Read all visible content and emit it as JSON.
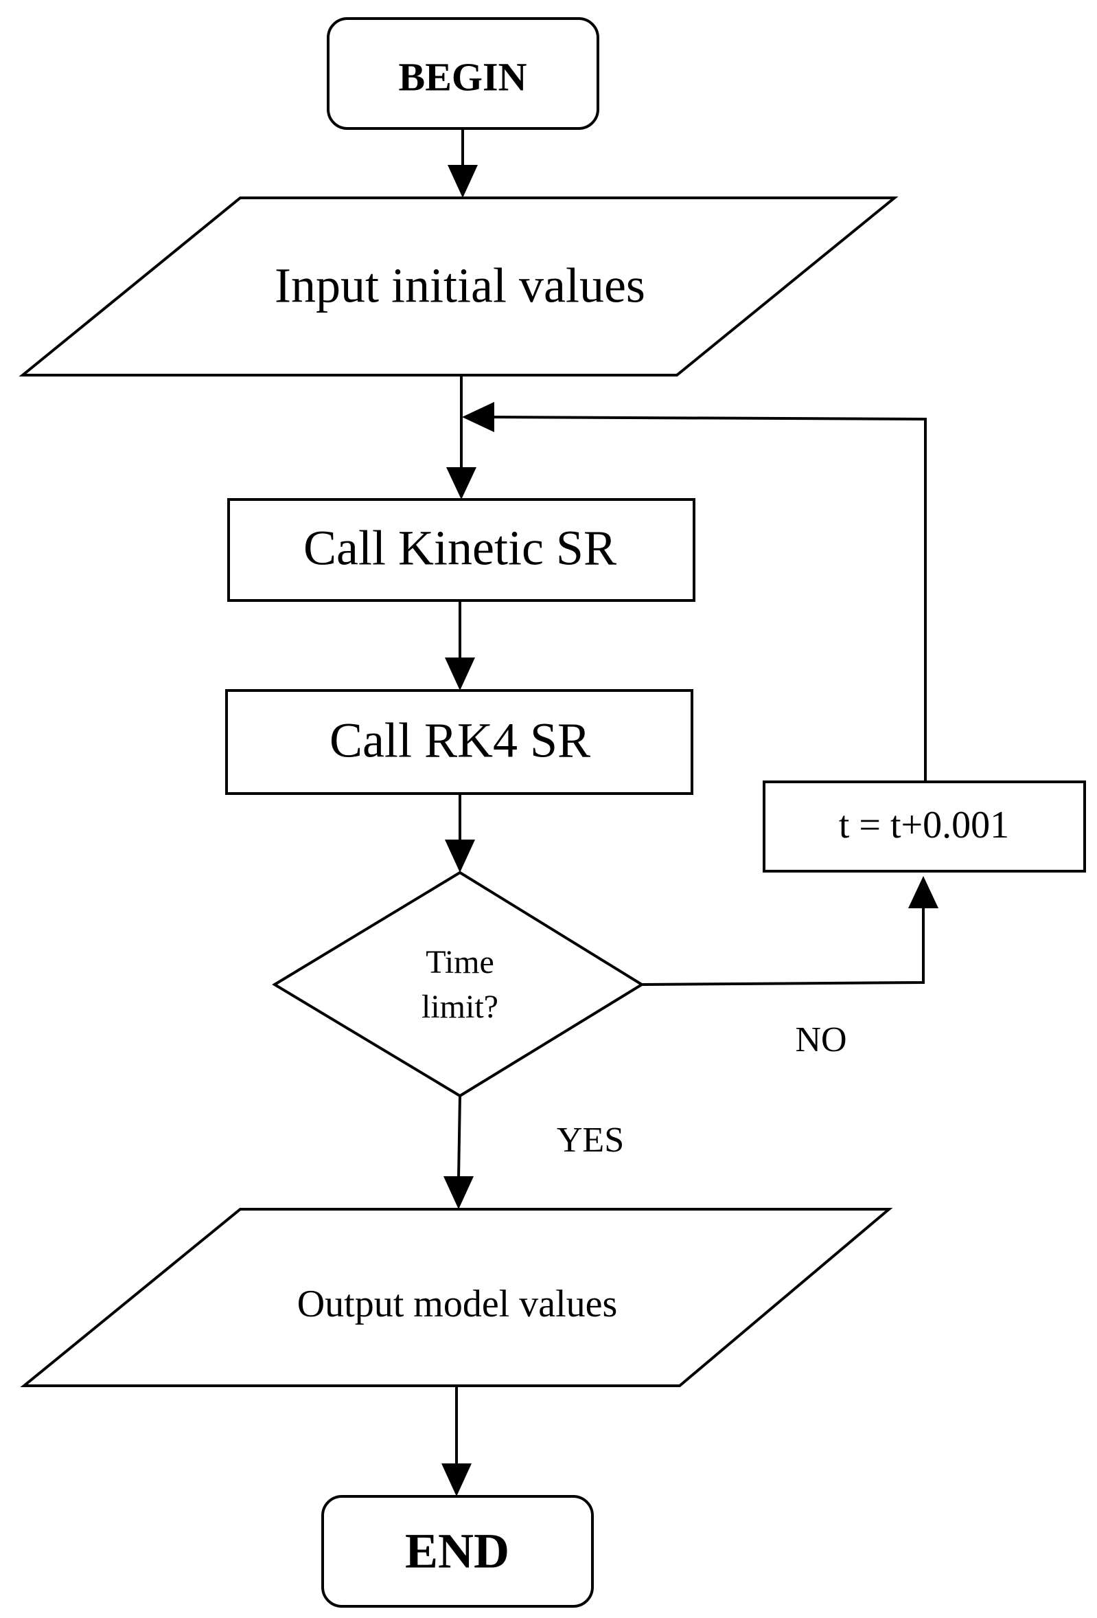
{
  "diagram": {
    "nodes": {
      "begin": "BEGIN",
      "input": "Input initial values",
      "kinetic": "Call Kinetic SR",
      "rk4": "Call RK4 SR",
      "decision_line1": "Time",
      "decision_line2": "limit?",
      "increment": "t = t+0.001",
      "output": "Output model values",
      "end": "END"
    },
    "edges": {
      "no_label": "NO",
      "yes_label": "YES"
    },
    "colors": {
      "stroke": "#000000",
      "fill": "#ffffff"
    }
  }
}
